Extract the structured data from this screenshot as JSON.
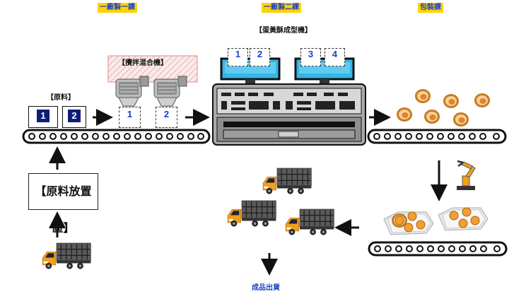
{
  "departments": {
    "mixing": "一廠製一課",
    "forming": "一廠製二課",
    "packaging": "包裝課"
  },
  "labels": {
    "raw_material": "【原料】",
    "mixer": "【攪拌混合機】",
    "forming_machine": "【蛋黃酥成型機】",
    "storage_area": "【原料放置區】",
    "shipping": "成品出貨"
  },
  "raw_slots": [
    "1",
    "2"
  ],
  "mixer_slots": [
    "1",
    "2"
  ],
  "machine_slots": [
    "1",
    "2",
    "3",
    "4"
  ],
  "colors": {
    "department_bg": "#ffd200",
    "department_text": "#1a40c8",
    "slot_number": "#1a3ed0",
    "screen": "#36b6e6",
    "machine_body": "#a9a9a9",
    "truck_cab": "#f0a020"
  },
  "icons": [
    "conveyor-belt",
    "mixer",
    "forming-machine",
    "pastry",
    "robot-arm",
    "tray",
    "truck",
    "arrow"
  ]
}
